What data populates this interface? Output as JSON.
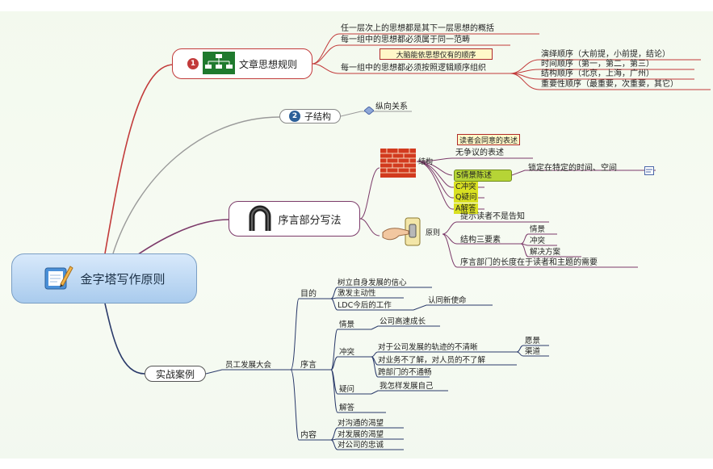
{
  "root": {
    "label": "金字塔写作原则"
  },
  "branch_rules": {
    "label": "文章思想规则",
    "number": "1",
    "children": [
      "任一层次上的思想都是其下一层思想的概括",
      "每一组中的思想都必须属于同一范畴",
      "每一组中的思想都必须按照逻辑顺序组织"
    ],
    "callout": "大脑能依思想仅有的顺序",
    "order_types": [
      "演绎顺序（大前提，小前提，结论）",
      "时间顺序（第一，第二，第三）",
      "结构顺序（北京，上海，广州）",
      "重要性顺序（最重要，次重要，其它）"
    ]
  },
  "branch_substructure": {
    "label": "子结构",
    "number": "2",
    "child": "纵向关系"
  },
  "branch_intro": {
    "label": "序言部分写法",
    "structure": {
      "label": "结构",
      "callout": "读者会同意的表述",
      "items": [
        "无争议的表述",
        "S情景陈述",
        "C冲突",
        "Q疑问",
        "A解答"
      ],
      "s_note": "锁定在特定的时间、空间"
    },
    "rules": {
      "label": "原则",
      "items": [
        "提示读者不是告知",
        "结构三要素",
        "序言部门的长度在于读者和主题的需要"
      ],
      "three_elements": [
        "情景",
        "冲突",
        "解决方案"
      ]
    }
  },
  "branch_case": {
    "label": "实战案例",
    "event": "员工发展大会",
    "purpose": {
      "label": "目的",
      "items": [
        "树立自身发展的信心",
        "激发主动性",
        "LDC今后的工作"
      ],
      "ldc_note": "认同新使命"
    },
    "preface": {
      "label": "序言",
      "situation": {
        "label": "情景",
        "text": "公司高速成长"
      },
      "conflict": {
        "label": "冲突",
        "items": [
          "对于公司发展的轨迹的不清晰",
          "对业务不了解，对人员的不了解",
          "跨部门的不通畅"
        ],
        "subitems": [
          "愿景",
          "渠道"
        ]
      },
      "question": {
        "label": "疑问",
        "text": "我怎样发展自己"
      },
      "answer": {
        "label": "解答",
        "text": ""
      }
    },
    "content": {
      "label": "内容",
      "items": [
        "对沟通的渴望",
        "对发展的渴望",
        "对公司的忠诚"
      ]
    }
  },
  "colors": {
    "branch_rules": "#c23a3a",
    "branch_substructure": "#9a9a9a",
    "branch_intro": "#7c3a6a",
    "branch_case": "#333333",
    "highlight": "#d9e021"
  },
  "icons": [
    "pencil-notepad-icon",
    "org-chart-icon",
    "horseshoe-icon",
    "brick-wall-icon",
    "hand-switch-icon",
    "diamond-icon"
  ]
}
